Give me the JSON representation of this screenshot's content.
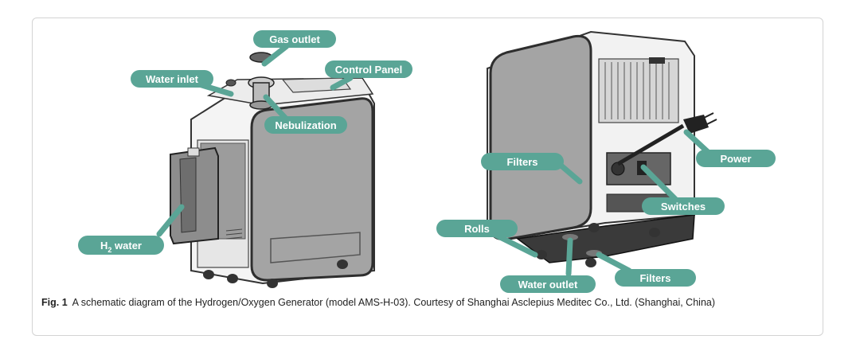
{
  "labels": {
    "gas_outlet": "Gas outlet",
    "water_inlet": "Water inlet",
    "control_panel": "Control Panel",
    "nebulization": "Nebulization",
    "h2_water_main": "H",
    "h2_water_sub": "2",
    "h2_water_rest": " water",
    "filters_top": "Filters",
    "power": "Power",
    "switches": "Switches",
    "rolls": "Rolls",
    "water_outlet": "Water outlet",
    "filters_bottom": "Filters"
  },
  "caption": {
    "label": "Fig. 1",
    "text": "A schematic diagram of the Hydrogen/Oxygen Generator (model AMS-H-03). Courtesy of Shanghai Asclepius Meditec Co., Ltd. (Shanghai, China)"
  },
  "colors": {
    "callout": "#5aa596",
    "panel_gray": "#a4a4a4",
    "outline": "#333333"
  }
}
